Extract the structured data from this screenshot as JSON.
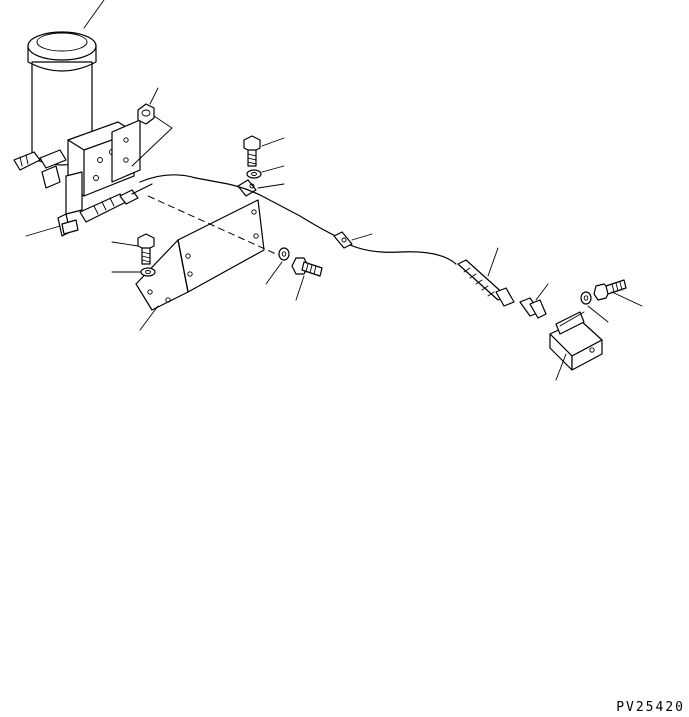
{
  "drawing": {
    "code": "PV25420"
  },
  "parts": [
    {
      "id": "grease-reservoir"
    },
    {
      "id": "lock-nut"
    },
    {
      "id": "bolt-upper"
    },
    {
      "id": "washer-upper"
    },
    {
      "id": "clamp-upper"
    },
    {
      "id": "clamp-mid"
    },
    {
      "id": "hose-assembly"
    },
    {
      "id": "elbow-fitting"
    },
    {
      "id": "bolt-left"
    },
    {
      "id": "washer-left"
    },
    {
      "id": "mounting-bracket"
    },
    {
      "id": "washer-center"
    },
    {
      "id": "bolt-center"
    },
    {
      "id": "hose-fitting"
    },
    {
      "id": "connector-fitting"
    },
    {
      "id": "washer-right"
    },
    {
      "id": "bolt-right"
    },
    {
      "id": "terminal-block"
    }
  ]
}
